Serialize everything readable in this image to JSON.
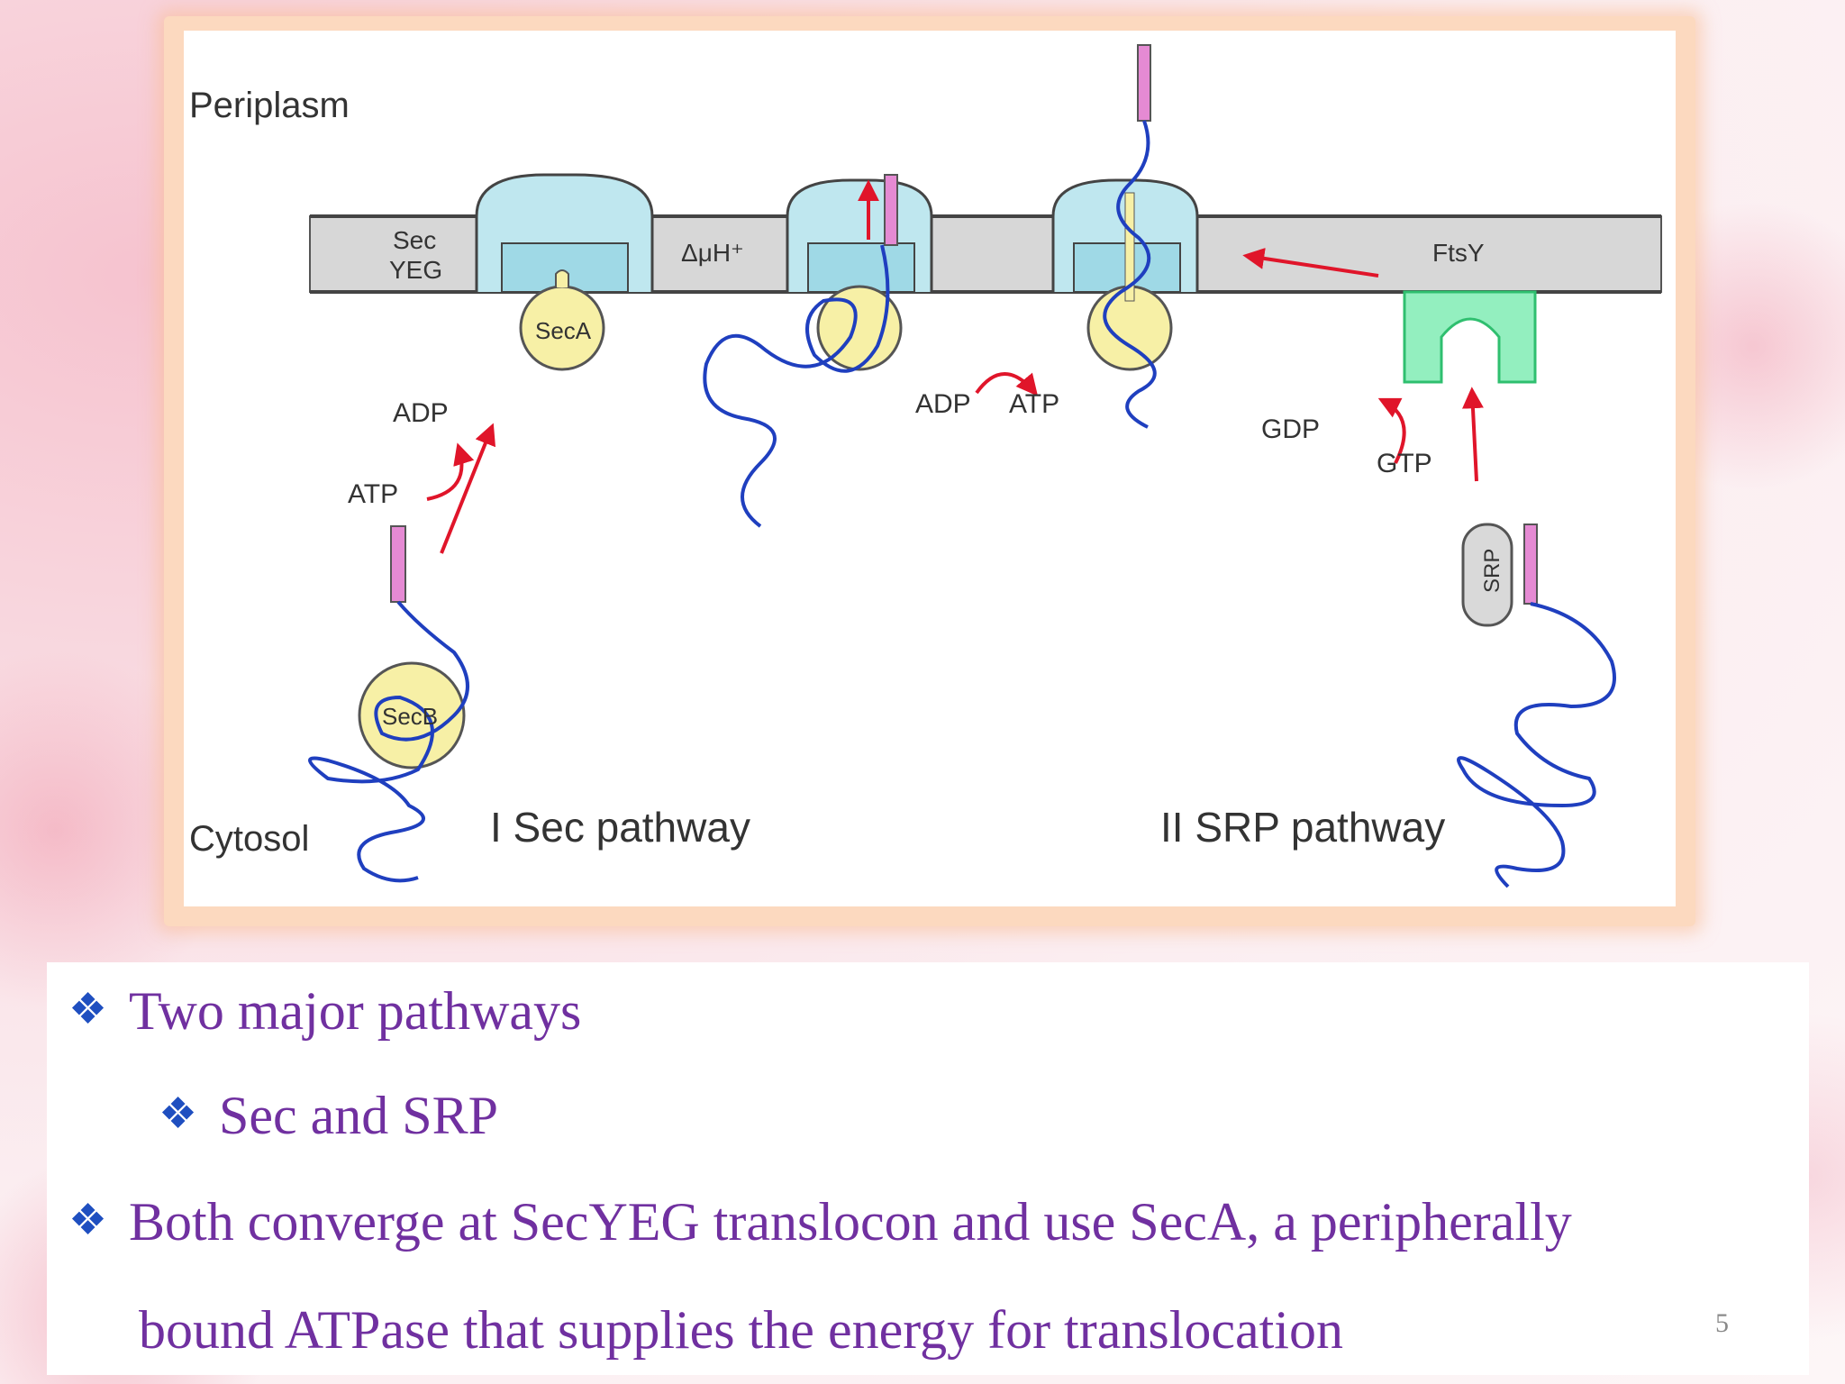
{
  "diagram": {
    "labels": {
      "periplasm": "Periplasm",
      "cytosol": "Cytosol",
      "sec_yeg_line1": "Sec",
      "sec_yeg_line2": "YEG",
      "delta_mu_h": "ΔμH⁺",
      "sec_a": "SecA",
      "sec_b": "SecB",
      "fts_y": "FtsY",
      "srp": "SRP",
      "adp_left": "ADP",
      "atp_left": "ATP",
      "adp_mid": "ADP",
      "atp_mid": "ATP",
      "gdp": "GDP",
      "gtp": "GTP",
      "sec_pathway": "I Sec pathway",
      "srp_pathway": "II SRP pathway"
    },
    "colors": {
      "membrane": "#d7d7d7",
      "channel": "#bfe7ef",
      "motor": "#f7f0a6",
      "polypeptide": "#1f3fbf",
      "signal": "#e58ad3",
      "arrow": "#e0152a",
      "fts_y_box": "#93efbf"
    }
  },
  "bullets": [
    {
      "text": "Two major pathways",
      "level": 1
    },
    {
      "text": "Sec and SRP",
      "level": 2
    },
    {
      "text": "Both converge at SecYEG translocon and use SecA, a peripherally",
      "level": 1
    },
    {
      "text": "bound ATPase that supplies the energy for translocation",
      "level": 1,
      "continuation": true
    }
  ],
  "bullet_icon": "four-diamond-bullet-icon",
  "slide_number": "5"
}
